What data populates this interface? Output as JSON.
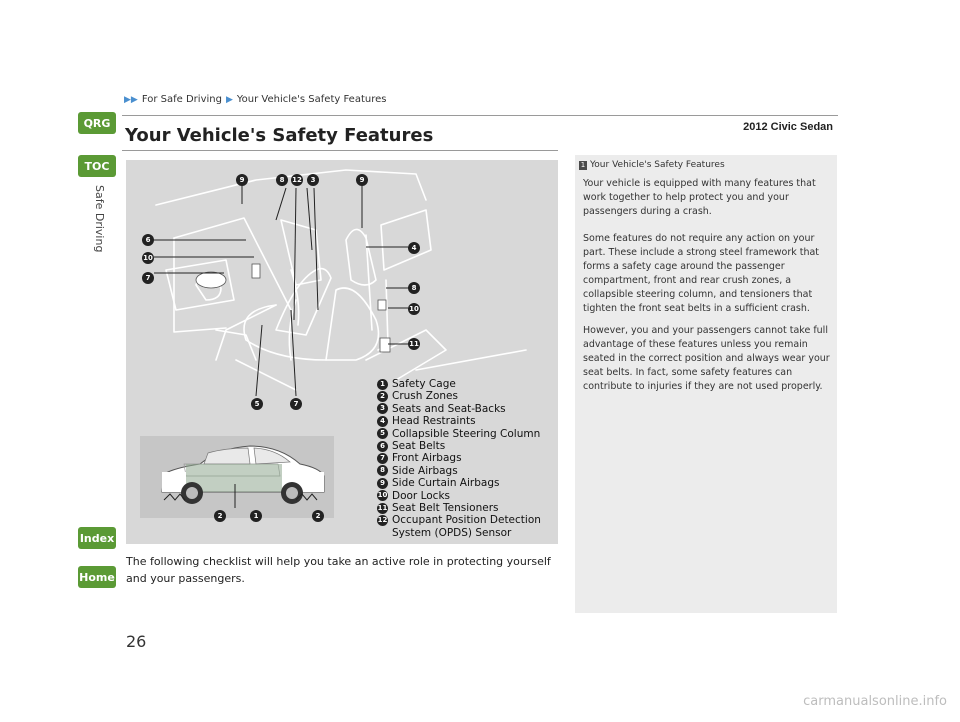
{
  "nav": {
    "qrg": "QRG",
    "toc": "TOC",
    "index": "Index",
    "home": "Home",
    "section_label": "Safe Driving"
  },
  "breadcrumb": {
    "items": [
      "For Safe Driving",
      "Your Vehicle's Safety Features"
    ]
  },
  "model": "2012 Civic Sedan",
  "title": "Your Vehicle's Safety Features",
  "figure": {
    "legend": [
      {
        "num": "1",
        "label": "Safety Cage"
      },
      {
        "num": "2",
        "label": "Crush Zones"
      },
      {
        "num": "3",
        "label": "Seats and Seat-Backs"
      },
      {
        "num": "4",
        "label": "Head Restraints"
      },
      {
        "num": "5",
        "label": "Collapsible Steering Column"
      },
      {
        "num": "6",
        "label": "Seat Belts"
      },
      {
        "num": "7",
        "label": "Front Airbags"
      },
      {
        "num": "8",
        "label": "Side Airbags"
      },
      {
        "num": "9",
        "label": "Side Curtain Airbags"
      },
      {
        "num": "10",
        "label": "Door Locks"
      },
      {
        "num": "11",
        "label": "Seat Belt Tensioners"
      },
      {
        "num": "12",
        "label": "Occupant Position Detection System (OPDS) Sensor"
      }
    ],
    "callouts": [
      "9",
      "8",
      "12",
      "3",
      "9",
      "6",
      "10",
      "7",
      "4",
      "8",
      "10",
      "11",
      "5",
      "7",
      "2",
      "1",
      "2"
    ]
  },
  "body": "The following checklist will help you take an active role in protecting yourself and your passengers.",
  "note": {
    "num": "1",
    "heading": "Your Vehicle's Safety Features",
    "p1": "Your vehicle is equipped with many features that work together to help protect you and your passengers during a crash.",
    "p2": "Some features do not require any action on your part. These include a strong steel framework that forms a safety cage around the passenger compartment, front and rear crush zones, a collapsible steering column, and tensioners that tighten the front seat belts in a sufficient crash.",
    "p3": "However, you and your passengers cannot take full advantage of these features unless you remain seated in the correct position and always wear your seat belts. In fact, some safety features can contribute to injuries if they are not used properly."
  },
  "page_number": "26",
  "watermark": "carmanualsonline.info",
  "colors": {
    "nav_green": "#5b9a35",
    "crumb_arrow": "#4a8fcf",
    "figure_bg": "#d8d8d8",
    "note_bg": "#ececec"
  }
}
